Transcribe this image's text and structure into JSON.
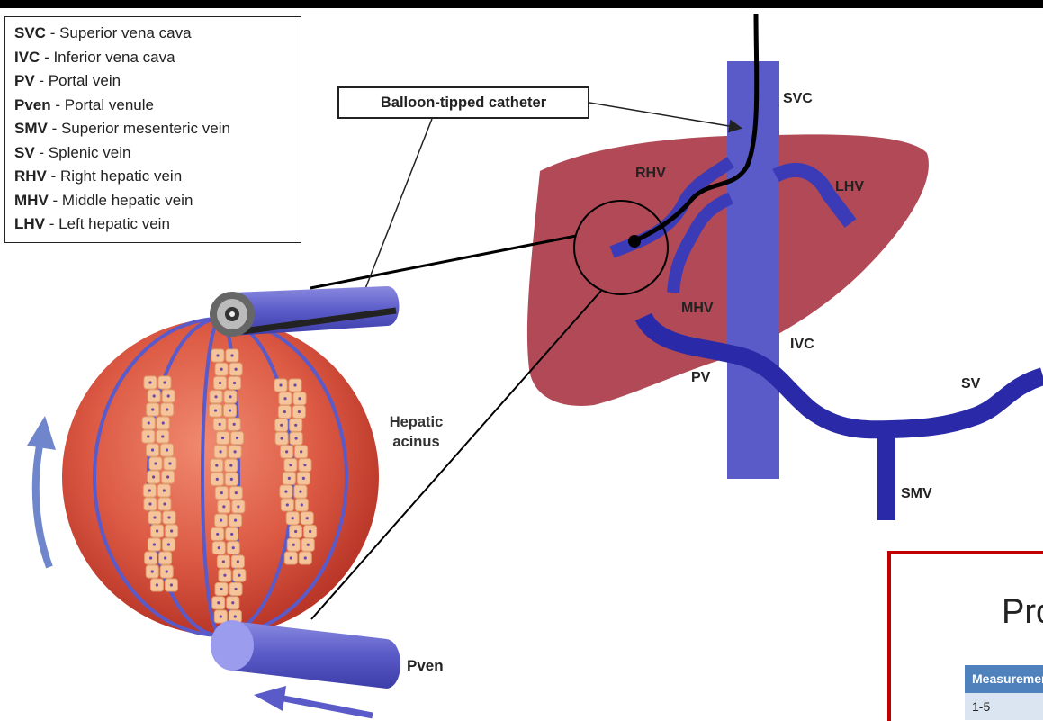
{
  "legend": [
    {
      "abbr": "SVC",
      "text": " - Superior vena cava"
    },
    {
      "abbr": "IVC",
      "text": " - Inferior vena cava"
    },
    {
      "abbr": "PV",
      "text": " - Portal vein"
    },
    {
      "abbr": "Pven",
      "text": " - Portal venule"
    },
    {
      "abbr": "SMV",
      "text": " - Superior mesenteric vein"
    },
    {
      "abbr": "SV",
      "text": " - Splenic vein"
    },
    {
      "abbr": "RHV",
      "text": " - Right hepatic vein"
    },
    {
      "abbr": "MHV",
      "text": " - Middle hepatic vein"
    },
    {
      "abbr": "LHV",
      "text": " - Left hepatic vein"
    }
  ],
  "labels": {
    "catheter": "Balloon-tipped catheter",
    "svc": "SVC",
    "rhv": "RHV",
    "lhv": "LHV",
    "mhv": "MHV",
    "ivc": "IVC",
    "pv": "PV",
    "sv": "SV",
    "smv": "SMV",
    "acinus_line1": "Hepatic",
    "acinus_line2": "acinus",
    "pven": "Pven"
  },
  "inset": {
    "title": "Pro",
    "header": "Measurement",
    "row": "1-5"
  },
  "colors": {
    "vessel": "#3b3bb8",
    "ivc_column": "#5a5ac8",
    "liver": "#b14a56",
    "acinus": "#d44a38",
    "hepatocyte": "#f6c49a",
    "inset_border": "#c00000",
    "table_header": "#4f81bd"
  }
}
